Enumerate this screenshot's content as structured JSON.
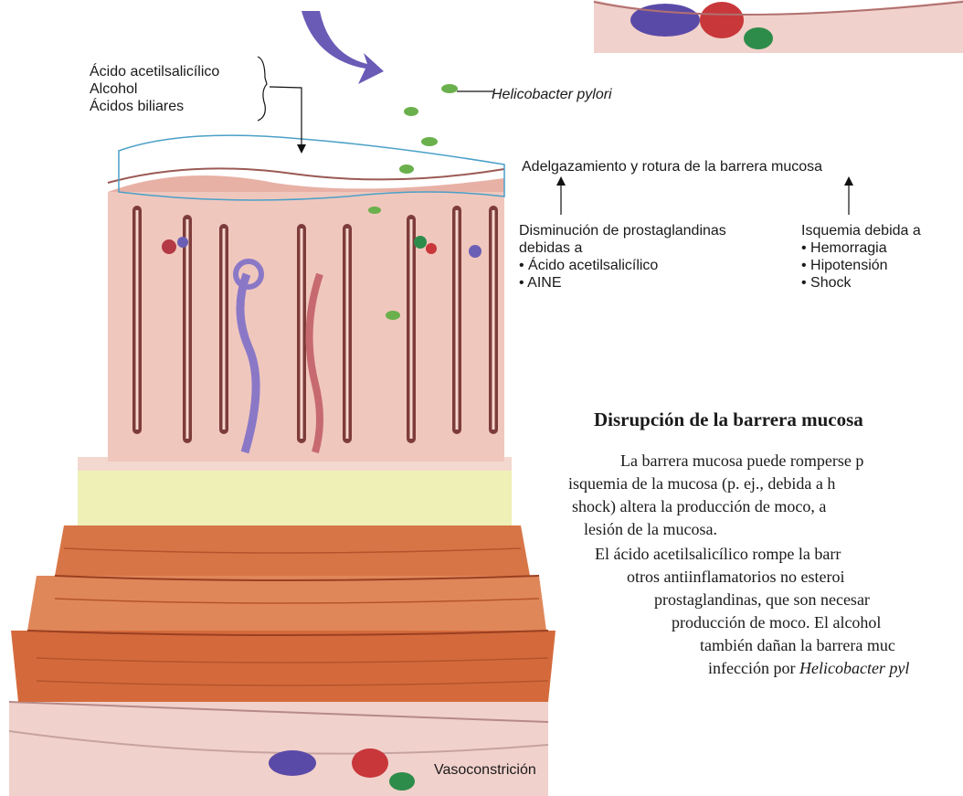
{
  "labels": {
    "irritants": [
      "Ácido acetilsalicílico",
      "Alcohol",
      "Ácidos biliares"
    ],
    "bacteria": "Helicobacter pylori",
    "barrier_damage": "Adelgazamiento y rotura de la barrera mucosa",
    "prostaglandins": {
      "heading": [
        "Disminución de prostaglandinas",
        "debidas a"
      ],
      "items": [
        "• Ácido acetilsalicílico",
        "• AINE"
      ]
    },
    "ischemia": {
      "heading": "Isquemia debida a",
      "items": [
        "• Hemorragia",
        "• Hipotensión",
        "• Shock"
      ]
    },
    "vasoconstriction": "Vasoconstrición"
  },
  "section": {
    "title": "Disrupción de la barrera mucosa",
    "paragraph1": [
      "La barrera mucosa puede romperse p",
      "isquemia de la mucosa (p. ej., debida a h",
      "shock) altera la producción de moco, a",
      "lesión de la mucosa."
    ],
    "paragraph2": [
      "El ácido acetilsalicílico rompe la barr",
      "otros antiinflamatorios no esteroi",
      "prostaglandinas, que son necesar",
      "producción de moco. El alcohol",
      "también dañan la barrera muc",
      "infección por"
    ],
    "paragraph2_italic_tail": "Helicobacter pyl"
  },
  "colors": {
    "tissue_pink": "#f0c7bd",
    "gland_dark": "#7d3c3a",
    "submucosa_yellow": "#eef0b5",
    "muscle_orange": "#d46a3c",
    "mucus_blue": "#4aa0c8",
    "arrow_purple": "#6a5bb6",
    "bacteria_green": "#6ab04c"
  }
}
